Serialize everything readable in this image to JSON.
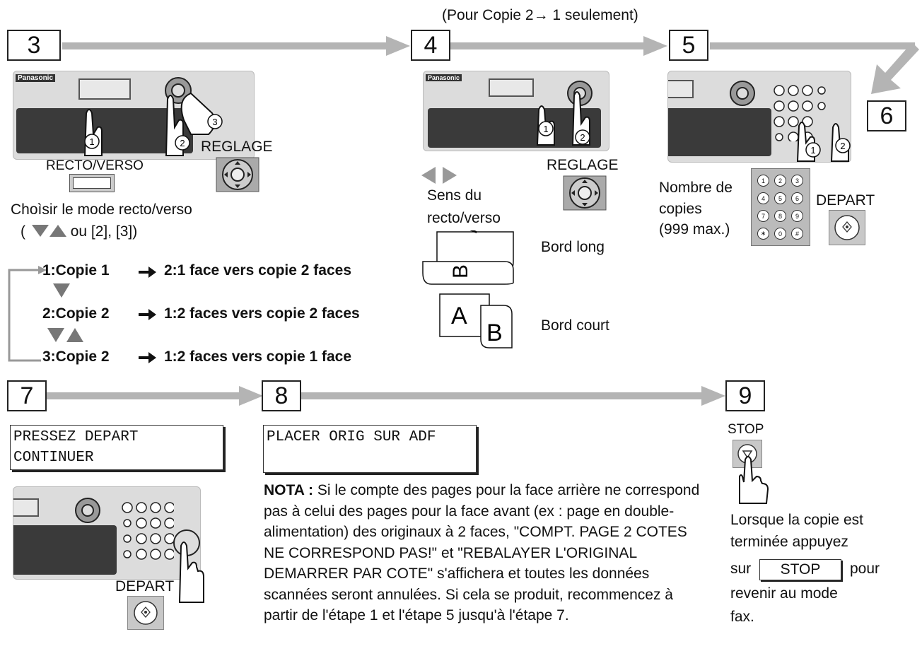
{
  "header_note": "(Pour Copie 2→ 1 seulement)",
  "steps": {
    "s3": "3",
    "s4": "4",
    "s5": "5",
    "s6": "6",
    "s7": "7",
    "s8": "8",
    "s9": "9"
  },
  "step3": {
    "recto_label": "RECTO/VERSO",
    "reglage_label": "REGLAGE",
    "instruction_line1": "Choìsir le mode recto/verso",
    "instruction_line2_open": "(",
    "instruction_line2_rest": "ou [2], [3])",
    "brand": "Panasonic"
  },
  "modes": [
    {
      "left": "1:Copie 1",
      "right": "2:1 face vers copie 2 faces"
    },
    {
      "left": "2:Copie 2",
      "right": "1:2 faces vers copie 2 faces"
    },
    {
      "left": "3:Copie 2",
      "right": "1:2 faces vers copie 1 face"
    }
  ],
  "step4": {
    "reglage_label": "REGLAGE",
    "sens_line1": "Sens du",
    "sens_line2": "recto/verso",
    "bord_long": "Bord long",
    "bord_court": "Bord court",
    "brand": "Panasonic"
  },
  "step5": {
    "nombre_line1": "Nombre de",
    "nombre_line2": "copies",
    "nombre_line3": "(999 max.)",
    "depart_label": "DEPART",
    "keypad": [
      "1",
      "2",
      "3",
      "4",
      "5",
      "6",
      "7",
      "8",
      "9",
      "∗",
      "0",
      "#"
    ]
  },
  "step7": {
    "lcd_line1": "PRESSEZ DEPART",
    "lcd_line2": "CONTINUER",
    "depart_label": "DEPART"
  },
  "step8": {
    "lcd_line1": "PLACER ORIG SUR ADF",
    "nota_label": "NOTA :",
    "nota_text": " Si le compte des pages pour la face arrière ne correspond pas à celui des pages pour la face avant (ex : page en double-alimentation) des originaux à 2 faces, \"COMPT. PAGE 2 COTES NE CORRESPOND PAS!\" et \"REBALAYER L'ORIGINAL DEMARRER PAR COTE\" s'affichera et toutes les données scannées seront annulées. Si cela se produit, recommencez à partir de l'étape 1 et l'étape 5 jusqu'à l'étape 7."
  },
  "step9": {
    "stop_label": "STOP",
    "line1": "Lorsque la copie est",
    "line2": "terminée appuyez",
    "sur": "sur",
    "stop_key": "STOP",
    "pour": "pour",
    "line4": "revenir au mode",
    "line5": "fax."
  },
  "colors": {
    "arrow_gray": "#b4b4b4",
    "text": "#111111"
  }
}
